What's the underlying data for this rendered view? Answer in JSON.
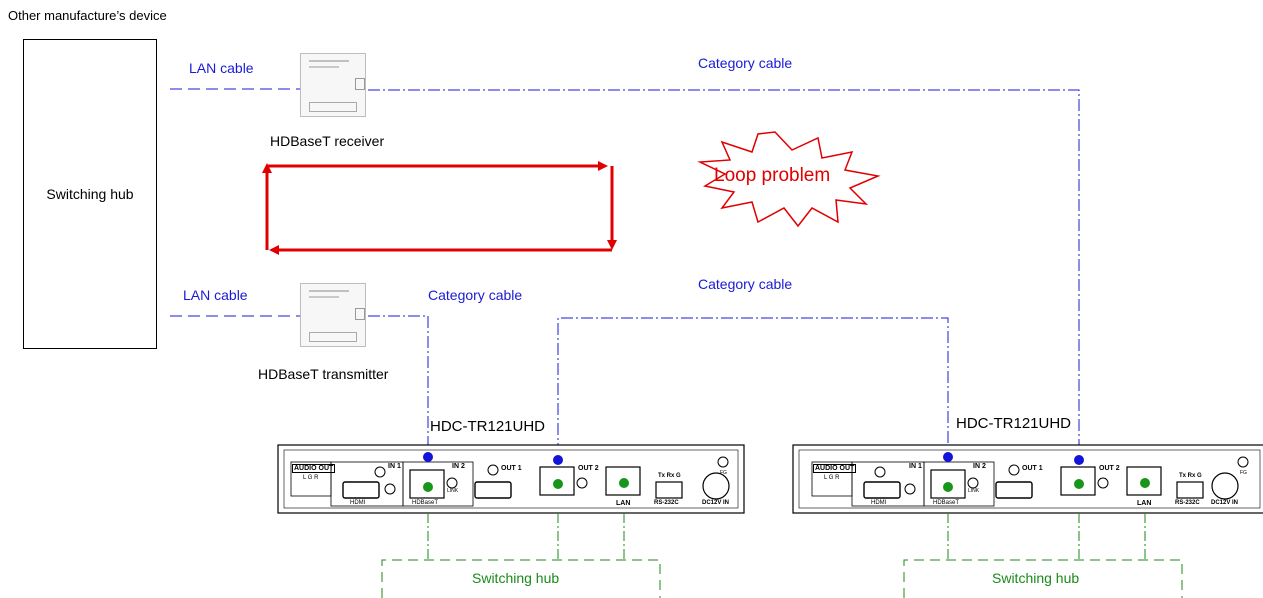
{
  "title": "Other manufacture’s device",
  "hub_main": "Switching hub",
  "lan_cable_top": "LAN cable",
  "lan_cable_bottom": "LAN cable",
  "category_cable_top": "Category cable",
  "category_cable_mid": "Category cable",
  "category_cable_left": "Category cable",
  "hdbaset_receiver": "HDBaseT receiver",
  "hdbaset_transmitter": "HDBaseT transmitter",
  "loop_problem": "Loop problem",
  "device_model_left": "HDC-TR121UHD",
  "device_model_right": "HDC-TR121UHD",
  "hub_left": "Switching hub",
  "hub_right": "Switching hub",
  "panel": {
    "audio_out": "AUDIO OUT",
    "lgr": "L  G  R",
    "in1": "IN 1",
    "in2": "IN 2",
    "hdmi": "HDMI",
    "hdbaset": "HDBaseT",
    "out1": "OUT 1",
    "out2": "OUT 2",
    "lan": "LAN",
    "txrxg": "Tx  Rx  G",
    "rs232c": "RS-232C",
    "dc12v": "DC12V IN",
    "link": "LINK",
    "fg": "FG"
  },
  "colors": {
    "blue": "#1a1ad6",
    "green": "#1a8a1a",
    "red": "#e00000"
  }
}
